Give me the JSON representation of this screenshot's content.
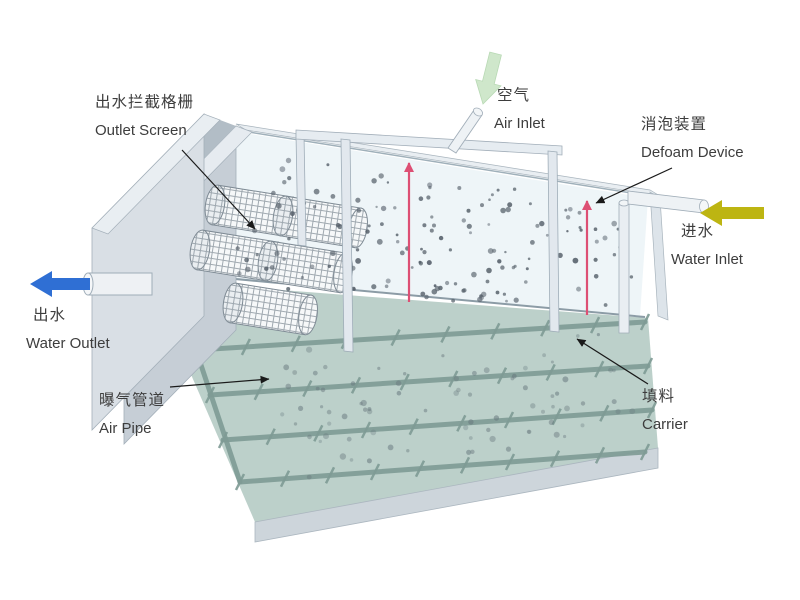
{
  "labels": {
    "outlet_screen": {
      "zh": "出水拦截格栅",
      "en": "Outlet Screen"
    },
    "air_inlet": {
      "zh": "空气",
      "en": "Air Inlet"
    },
    "defoam_device": {
      "zh": "消泡装置",
      "en": "Defoam Device"
    },
    "water_inlet": {
      "zh": "进水",
      "en": "Water Inlet"
    },
    "water_outlet": {
      "zh": "出水",
      "en": "Water Outlet"
    },
    "air_pipe": {
      "zh": "曝气管道",
      "en": "Air Pipe"
    },
    "carrier": {
      "zh": "填料",
      "en": "Carrier"
    }
  },
  "colors": {
    "water_outlet_arrow": "#2f6fd4",
    "water_inlet_arrow": "#bdb512",
    "air_inlet_arrow": "#cfe7cb",
    "defoam_arrow": "#dd4f74",
    "carrier_dot": "#57616b",
    "carrier_dot_submerged": "#68787e",
    "air_pipe_color": "#7f9b95"
  }
}
